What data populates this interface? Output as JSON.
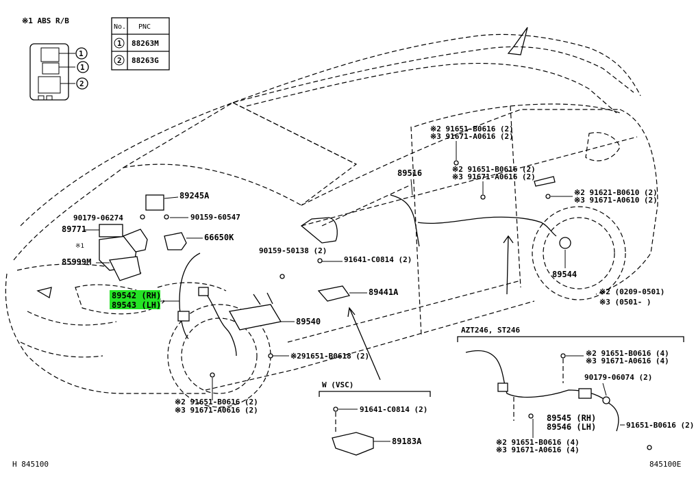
{
  "legend": {
    "note": "※1 ABS R/B",
    "table_headers": [
      "No.",
      "PNC"
    ],
    "rows": [
      {
        "no": "1",
        "pnc": "88263M"
      },
      {
        "no": "2",
        "pnc": "88263G"
      }
    ],
    "fuse_callouts": [
      "1",
      "1",
      "2"
    ]
  },
  "parts": {
    "p89245A": "89245A",
    "p90179_06274": "90179-06274",
    "p90159_60547": "90159-60547",
    "p89771": "89771",
    "x1": "※1",
    "p66650K": "66650K",
    "p85999M": "85999M",
    "p89542": "89542 (RH)",
    "p89543": "89543 (LH)",
    "p90159_50138": "90159-50138 (2)",
    "p91641_0814_top": "91641-C0814 (2)",
    "p89441A": "89441A",
    "p89540": "89540",
    "p91651_0618": "※291651-B0618 (2)",
    "front_a": "※2 91651-B0616 (2)",
    "front_b": "※3 91671-A0616 (2)",
    "p89516": "89516",
    "pillar_top_a": "※2 91651-B0616 (2)",
    "pillar_top_b": "※3 91671-A0616 (2)",
    "pillar_mid_a": "※2 91651-B0616 (2)",
    "pillar_mid_b": "※3 91671-A0616 (2)",
    "rear_a": "※2 91621-B0610 (2)",
    "rear_b": "※3 91671-A0610 (2)",
    "p89544": "89544",
    "date_note_2": "※2 (0209-0501)",
    "date_note_3": "※3 (0501-     )"
  },
  "inset_vsc": {
    "title": "W (VSC)",
    "bolt": "91641-C0814 (2)",
    "part": "89183A"
  },
  "inset_azt": {
    "title": "AZT246, ST246",
    "b1a": "※2 91651-B0616 (4)",
    "b1b": "※3 91671-A0616 (4)",
    "c1": "90179-06074 (2)",
    "s1": "89545 (RH)",
    "s2": "89546 (LH)",
    "b2a": "※2 91651-B0616 (4)",
    "b2b": "※3 91671-A0616 (4)",
    "b3": "91651-B0616 (2)"
  },
  "footer": {
    "left_code": "H 845100",
    "right_code": "845100E"
  },
  "colors": {
    "highlight": "#25e425",
    "ink": "#000000",
    "background": "#ffffff"
  }
}
